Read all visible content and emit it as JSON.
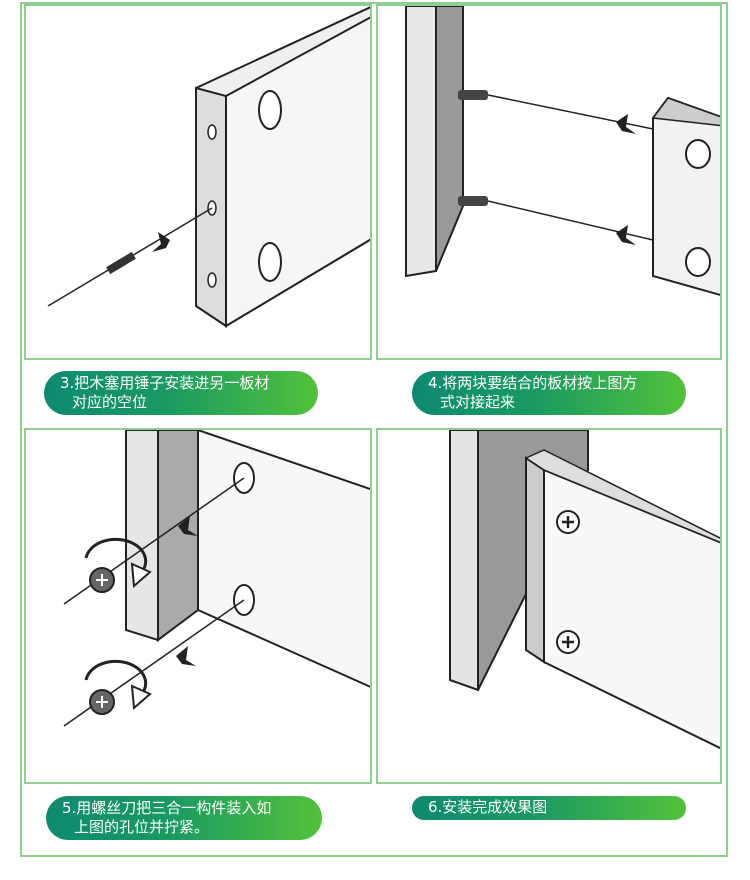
{
  "steps": [
    {
      "number": "3",
      "caption_line1": "3.把木塞用锤子安装进另一板材",
      "caption_line2": "对应的空位"
    },
    {
      "number": "4",
      "caption_line1": "4.将两块要结合的板材按上图方",
      "caption_line2": "式对接起来"
    },
    {
      "number": "5",
      "caption_line1": "5.用螺丝刀把三合一构件装入如",
      "caption_line2": "上图的孔位并拧紧。"
    },
    {
      "number": "6",
      "caption_line1": "6.安装完成效果图"
    }
  ],
  "colors": {
    "border": "#8fd08f",
    "caption_start": "#0e8a70",
    "caption_end": "#52c23a"
  }
}
